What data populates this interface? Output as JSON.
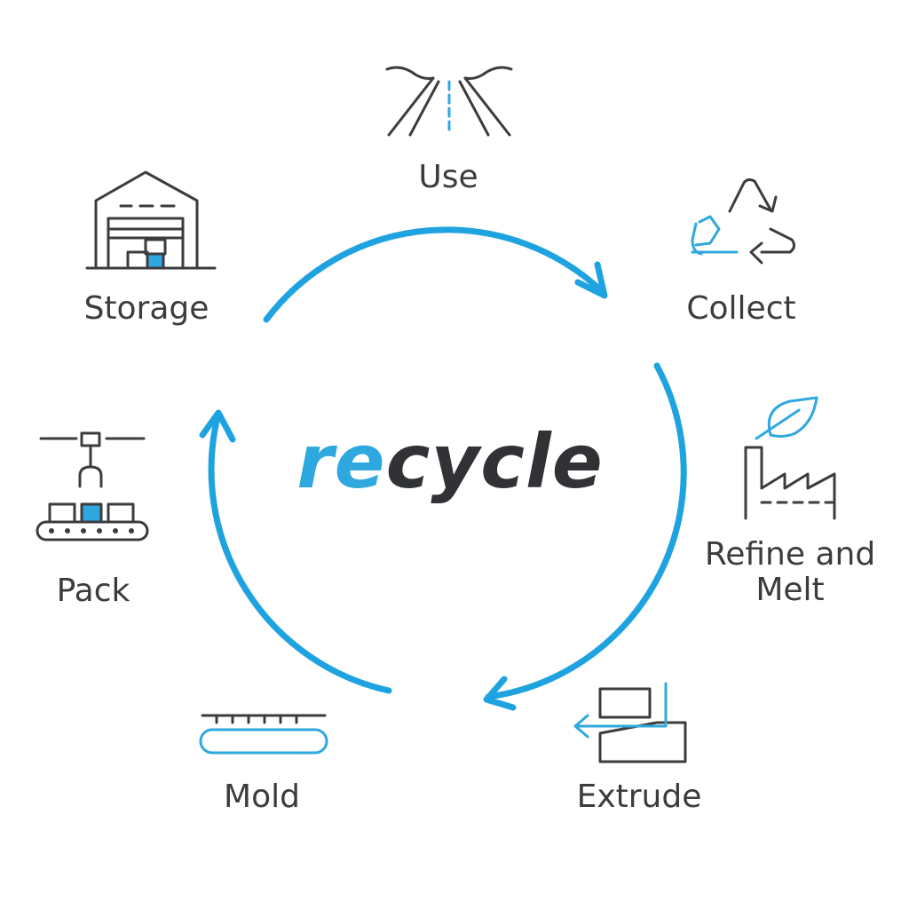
{
  "brand": {
    "accent": "re",
    "rest": "cycle"
  },
  "steps": [
    {
      "id": "use",
      "label": "Use",
      "icon": "road-icon"
    },
    {
      "id": "collect",
      "label": "Collect",
      "icon": "recycle-icon"
    },
    {
      "id": "refine",
      "label_line1": "Refine and",
      "label_line2": "Melt",
      "icon": "factory-leaf-icon"
    },
    {
      "id": "extrude",
      "label": "Extrude",
      "icon": "extruder-icon"
    },
    {
      "id": "mold",
      "label": "Mold",
      "icon": "mold-icon"
    },
    {
      "id": "pack",
      "label": "Pack",
      "icon": "conveyor-gripper-icon"
    },
    {
      "id": "storage",
      "label": "Storage",
      "icon": "warehouse-icon"
    }
  ],
  "colors": {
    "accent": "#2fa8df",
    "dark": "#3c3c3e",
    "ring": "#1ea3e0"
  }
}
